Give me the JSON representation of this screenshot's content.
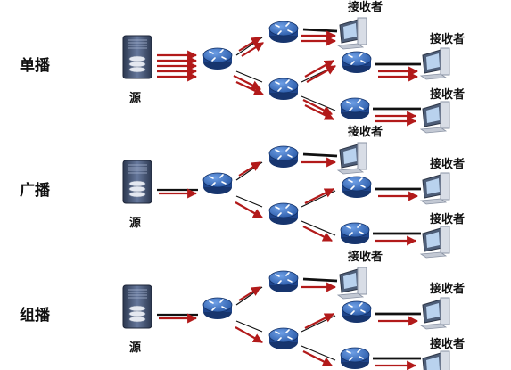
{
  "sections": [
    {
      "title": "单播",
      "source_label": "源",
      "receivers": [
        {
          "label": "接收者"
        },
        {
          "label": "接收者"
        },
        {
          "label": "接收者"
        }
      ]
    },
    {
      "title": "广播",
      "source_label": "源",
      "receivers": [
        {
          "label": "接收者"
        },
        {
          "label": "接收者"
        },
        {
          "label": "接收者"
        }
      ]
    },
    {
      "title": "组播",
      "source_label": "源",
      "receivers": [
        {
          "label": "接收者"
        },
        {
          "label": "接收者"
        },
        {
          "label": "接收者"
        }
      ]
    }
  ],
  "colors": {
    "arrow": "#b21a1a",
    "router": "#2a5aa8",
    "server": "#3f4f6e",
    "line": "#111111"
  }
}
